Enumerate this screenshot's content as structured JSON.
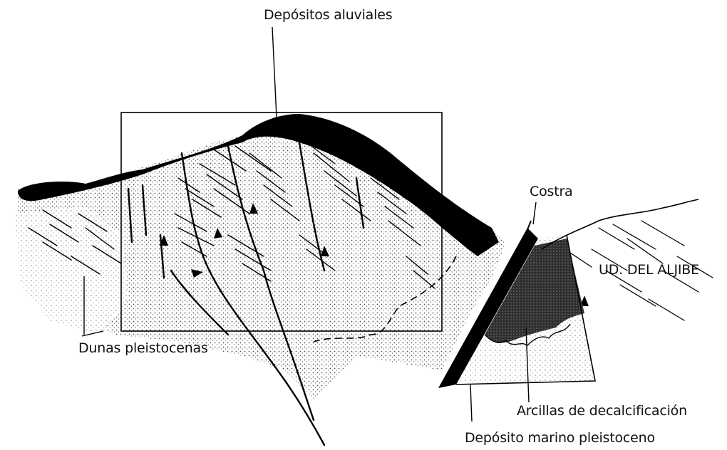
{
  "labels": {
    "depositos_aluviales": "Depósitos aluviales",
    "costra": "Costra",
    "ud_del_aljibe": "UD. DEL ALJIBE",
    "dunas_pleistocenas": "Dunas pleistocenas",
    "arcillas_decalcificacion": "Arcillas de decalcificación",
    "deposito_marino": "Depósito marino pleistoceno"
  },
  "colors": {
    "ink": "#111111",
    "stipple": "#6f6f6f",
    "clay": "#2a2a2a"
  }
}
